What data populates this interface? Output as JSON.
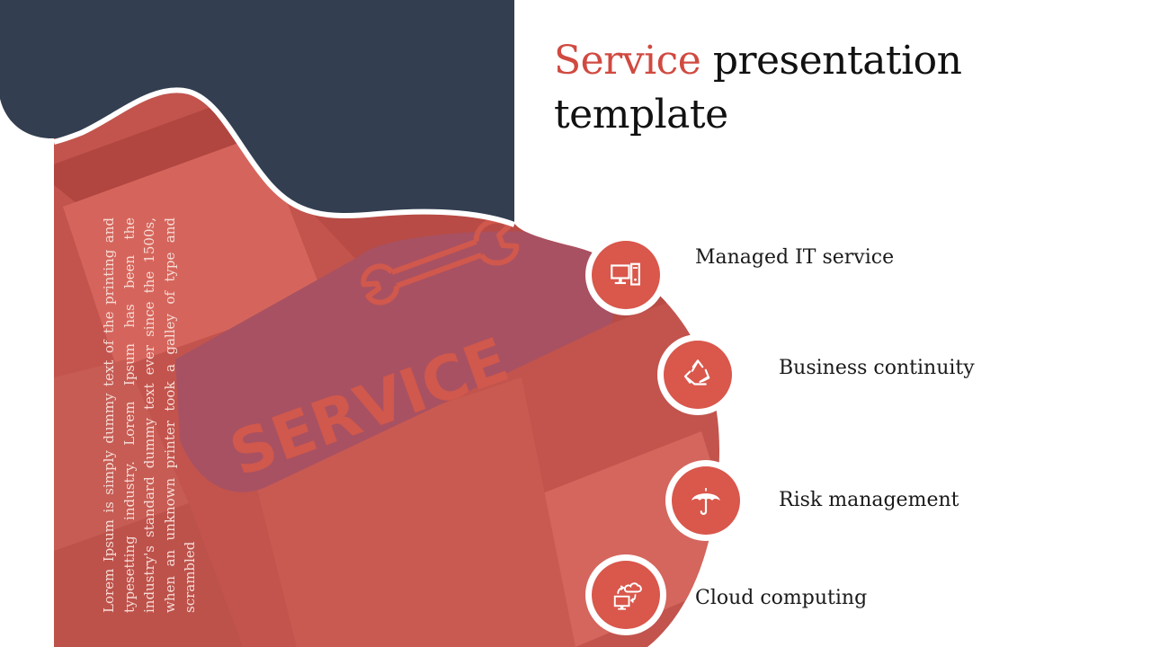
{
  "title": {
    "accent_word": "Service",
    "rest": " presentation template"
  },
  "hero_key_text": "SERVICE",
  "body_text": "Lorem Ipsum is simply dummy text of the printing and typesetting industry. Lorem Ipsum has been the industry's standard dummy text ever since the 1500s, when an unknown printer took a galley of type and scrambled",
  "items": [
    {
      "label": "Managed IT service",
      "icon": "computer-icon"
    },
    {
      "label": "Business continuity",
      "icon": "recycle-icon"
    },
    {
      "label": "Risk management",
      "icon": "umbrella-icon"
    },
    {
      "label": "Cloud computing",
      "icon": "cloud-computing-icon"
    }
  ],
  "colors": {
    "accent": "#d04a40",
    "navy": "#333e50",
    "key_red": "#c95a52",
    "icon_red": "#d9574b"
  }
}
